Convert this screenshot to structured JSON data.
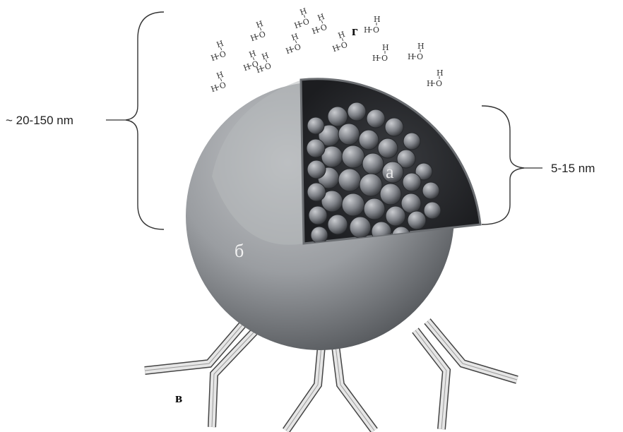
{
  "labels": {
    "outer_size": "~ 20-150 nm",
    "core_size": "5-15 nm",
    "core": "а",
    "shell": "б",
    "antibody": "в",
    "water": "г"
  },
  "water_molecule": {
    "h_left": "H",
    "o": "O",
    "h_top": "H"
  },
  "colors": {
    "shell": "#9a9da1",
    "shell_dark": "#55585c",
    "core_cavity": "#2c2e31",
    "particle": "#7d8086",
    "antibody_fill": "#e3e3e3",
    "antibody_stroke": "#444444"
  }
}
